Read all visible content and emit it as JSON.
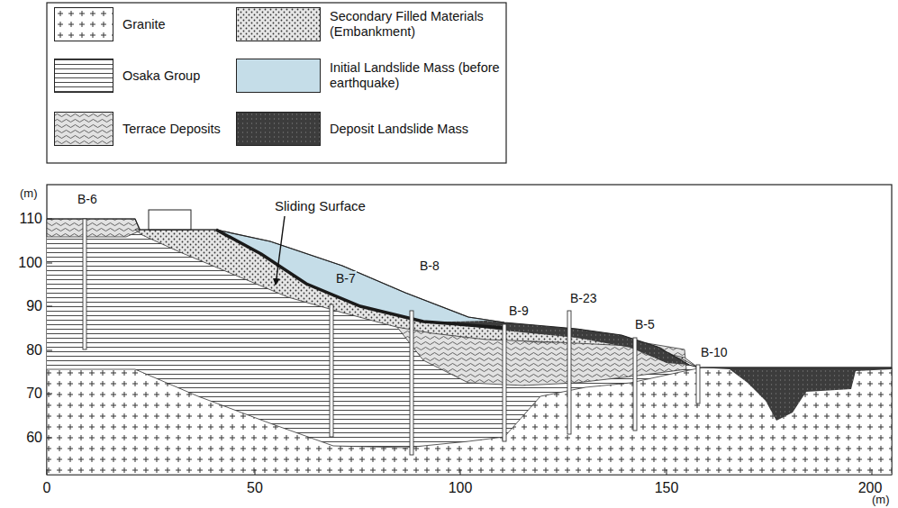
{
  "diagram": {
    "labels": [
      "(m)",
      "110",
      "100",
      "90",
      "80",
      "70",
      "60",
      "0",
      "50",
      "100",
      "150",
      "200",
      "(m)",
      "Sliding Surface",
      "B-6",
      "B-7",
      "B-8",
      "B-9",
      "B-23",
      "B-5",
      "B-10"
    ],
    "legend": [
      {
        "text": "Granite"
      },
      {
        "text": "Osaka Group"
      },
      {
        "text": "Terrace Deposits"
      },
      {
        "text": "Secondary Filled Materials (Embankment)"
      },
      {
        "text": "Initial Landslide Mass (before earthquake)",
        "color": "#c5dde8"
      },
      {
        "text": "Deposit Landslide Mass"
      }
    ]
  }
}
